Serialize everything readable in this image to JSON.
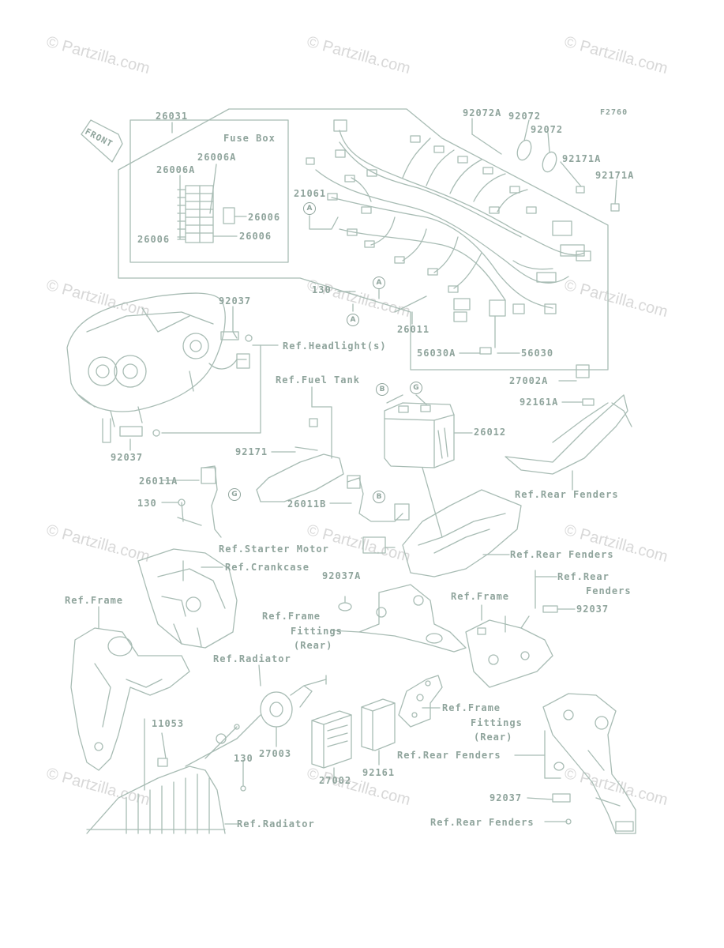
{
  "watermark": "© Partzilla.com",
  "fig_code": "F2760",
  "front_label": "FRONT",
  "fuse_box_title": "Fuse Box",
  "circle_letters": {
    "a": "A",
    "b": "B",
    "g": "G"
  },
  "labels": {
    "p26031": "26031",
    "p26006A_1": "26006A",
    "p26006A_2": "26006A",
    "p26006_1": "26006",
    "p26006_2": "26006",
    "p26006_3": "26006",
    "p21061": "21061",
    "p92072A": "92072A",
    "p92072_1": "92072",
    "p92072_2": "92072",
    "p92171A_1": "92171A",
    "p92171A_2": "92171A",
    "p130_1": "130",
    "p92037_1": "92037",
    "ref_headlight": "Ref.Headlight(s)",
    "p26011": "26011",
    "p56030A": "56030A",
    "p56030": "56030",
    "ref_fuel_tank": "Ref.Fuel Tank",
    "p27002A": "27002A",
    "p92161A": "92161A",
    "p26012": "26012",
    "p92037_2": "92037",
    "p92171": "92171",
    "p26011A": "26011A",
    "p130_2": "130",
    "ref_rear_fenders_1": "Ref.Rear Fenders",
    "p26011B": "26011B",
    "ref_starter_motor": "Ref.Starter Motor",
    "ref_crankcase": "Ref.Crankcase",
    "ref_rear_fenders_2": "Ref.Rear Fenders",
    "p92037A": "92037A",
    "ref_rear_fenders_3a": "Ref.Rear",
    "ref_rear_fenders_3b": "Fenders",
    "ref_frame_1": "Ref.Frame",
    "ref_frame_2": "Ref.Frame",
    "p92037_3": "92037",
    "ref_frame_fittings_1a": "Ref.Frame",
    "ref_frame_fittings_1b": "Fittings",
    "ref_frame_fittings_1c": "(Rear)",
    "ref_radiator_1": "Ref.Radiator",
    "ref_frame_fittings_2a": "Ref.Frame",
    "ref_frame_fittings_2b": "Fittings",
    "ref_frame_fittings_2c": "(Rear)",
    "p11053": "11053",
    "ref_rear_fenders_4": "Ref.Rear Fenders",
    "p27003": "27003",
    "p130_3": "130",
    "p27002": "27002",
    "p92161": "92161",
    "p92037_4": "92037",
    "ref_rear_fenders_5": "Ref.Rear Fenders",
    "ref_radiator_2": "Ref.Radiator"
  },
  "colors": {
    "line": "#a8bcb4",
    "text": "#8fa49c",
    "watermark": "#d8d8d8",
    "background": "#ffffff"
  }
}
